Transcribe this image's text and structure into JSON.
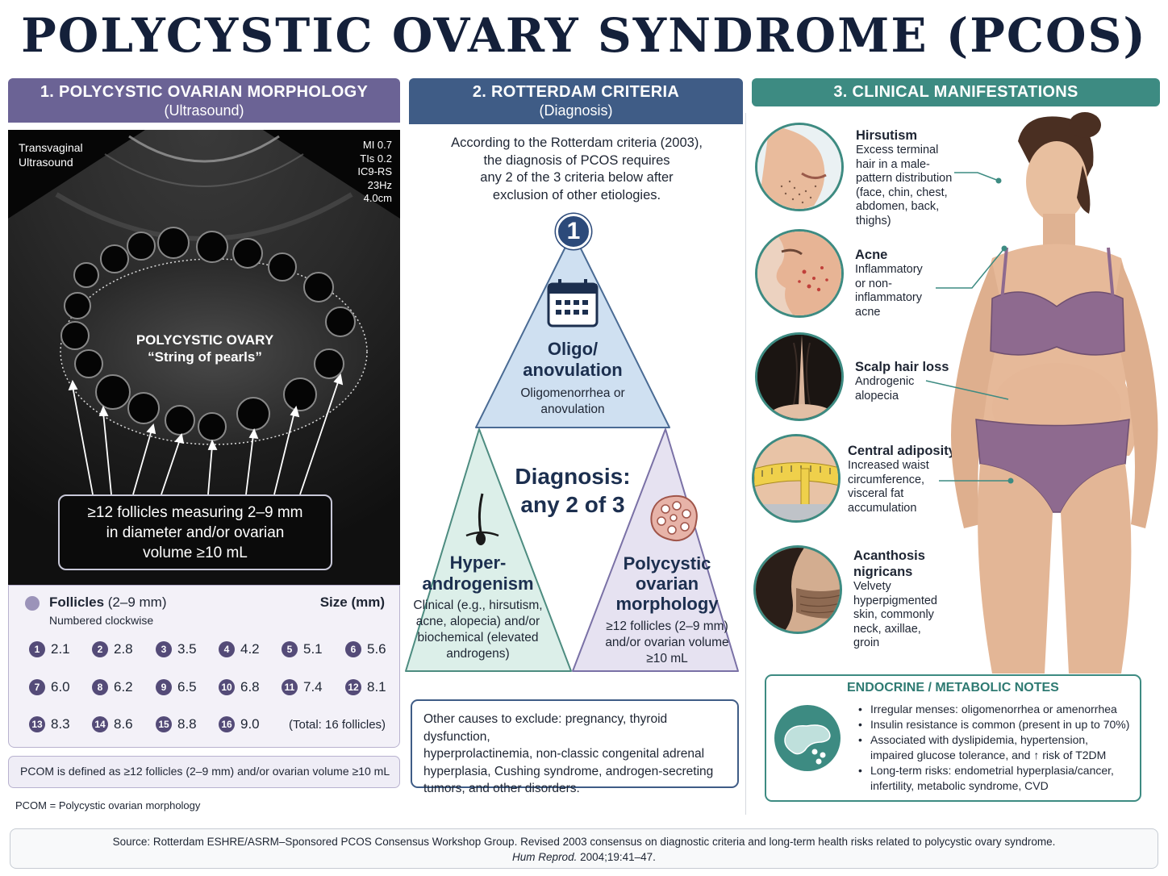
{
  "title": "POLYCYSTIC OVARY SYNDROME (PCOS)",
  "section1": {
    "heading": "1. POLYCYSTIC OVARIAN MORPHOLOGY",
    "subheading": "(Ultrasound)",
    "us_top_left": [
      "Transvaginal",
      "Ultrasound"
    ],
    "us_top_right": [
      "MI 0.7",
      "TIs 0.2",
      "IC9-RS",
      "23Hz",
      "4.0cm"
    ],
    "ovary_label": "POLYCYSTIC OVARY",
    "ovary_sublabel": "“String of pearls”",
    "callout": [
      "≥12 follicles measuring 2–9 mm",
      "in diameter and/or ovarian",
      "volume ≥10 mL"
    ],
    "follicles_title": "Follicles",
    "follicles_range": "(2–9 mm)",
    "follicles_sub": "Numbered clockwise",
    "size_header": "Size (mm)",
    "follicles": [
      {
        "n": "1",
        "size": "2.1"
      },
      {
        "n": "2",
        "size": "2.8"
      },
      {
        "n": "3",
        "size": "3.5"
      },
      {
        "n": "4",
        "size": "4.2"
      },
      {
        "n": "5",
        "size": "5.1"
      },
      {
        "n": "6",
        "size": "5.6"
      },
      {
        "n": "7",
        "size": "6.0"
      },
      {
        "n": "8",
        "size": "6.2"
      },
      {
        "n": "9",
        "size": "6.5"
      },
      {
        "n": "10",
        "size": "6.8"
      },
      {
        "n": "11",
        "size": "7.4"
      },
      {
        "n": "12",
        "size": "8.1"
      },
      {
        "n": "13",
        "size": "8.3"
      },
      {
        "n": "14",
        "size": "8.6"
      },
      {
        "n": "15",
        "size": "8.8"
      },
      {
        "n": "16",
        "size": "9.0"
      }
    ],
    "total": "(Total: 16 follicles)",
    "pcom_definition": "PCOM is defined as ≥12 follicles (2–9 mm) and/or ovarian volume ≥10 mL",
    "pcom_footnote": "PCOM = Polycystic ovarian morphology"
  },
  "section2": {
    "heading": "2. ROTTERDAM CRITERIA",
    "subheading": "(Diagnosis)",
    "intro": [
      "According to the Rotterdam criteria (2003),",
      "the diagnosis of PCOS requires",
      "any 2 of the 3 criteria below after",
      "exclusion of other etiologies."
    ],
    "badge": "1",
    "criteria": [
      {
        "title": [
          "Oligo/",
          "anovulation"
        ],
        "desc": [
          "Oligomenorrhea or",
          "anovulation"
        ],
        "color": "#cfe0f1"
      },
      {
        "title": [
          "Hyper-",
          "androgenism"
        ],
        "desc": [
          "Clinical (e.g., hirsutism,",
          "acne, alopecia) and/or",
          "biochemical (elevated",
          "androgens)"
        ],
        "color": "#dcefe9"
      },
      {
        "title": [
          "Polycystic",
          "ovarian",
          "morphology"
        ],
        "desc": [
          "≥12 follicles (2–9 mm)",
          "and/or ovarian volume",
          "≥10 mL"
        ],
        "color": "#e6e2f1"
      }
    ],
    "diagnosis": [
      "Diagnosis:",
      "any 2 of 3"
    ],
    "other_causes": [
      "Other causes to exclude: pregnancy, thyroid dysfunction,",
      "hyperprolactinemia, non-classic congenital adrenal",
      "hyperplasia, Cushing syndrome, androgen-secreting",
      "tumors, and other disorders."
    ]
  },
  "section3": {
    "heading": "3. CLINICAL MANIFESTATIONS",
    "manifestations": [
      {
        "title": "Hirsutism",
        "lines": [
          "Excess terminal",
          "hair in a male-",
          "pattern distribution",
          "(face, chin, chest,",
          "abdomen, back,",
          "thighs)"
        ]
      },
      {
        "title": "Acne",
        "lines": [
          "Inflammatory",
          "or non-",
          "inflammatory",
          "acne"
        ]
      },
      {
        "title": "Scalp hair loss",
        "lines": [
          "Androgenic",
          "alopecia"
        ]
      },
      {
        "title": "Central adiposity",
        "lines": [
          "Increased waist",
          "circumference,",
          "visceral fat",
          "accumulation"
        ]
      },
      {
        "title": "Acanthosis",
        "title2": "nigricans",
        "lines": [
          "Velvety",
          "hyperpigmented",
          "skin, commonly",
          "neck, axillae,",
          "groin"
        ]
      }
    ],
    "endocrine_title": "ENDOCRINE / METABOLIC NOTES",
    "endocrine_notes": [
      [
        "Irregular menses: oligomenorrhea or amenorrhea"
      ],
      [
        "Insulin resistance is common (present in up to 70%)"
      ],
      [
        "Associated with dyslipidemia, hypertension,",
        "impaired glucose tolerance, and ↑ risk of T2DM"
      ],
      [
        "Long-term risks: endometrial hyperplasia/cancer,",
        "infertility, metabolic syndrome, CVD"
      ]
    ]
  },
  "source": {
    "line1": "Source: Rotterdam ESHRE/ASRM–Sponsored PCOS Consensus Workshop Group. Revised 2003 consensus on diagnostic criteria and long-term health risks related to polycystic ovary syndrome.",
    "journal": "Hum Reprod.",
    "citation": " 2004;19:41–47."
  },
  "colors": {
    "section1": "#6b6395",
    "section2": "#3f5c86",
    "section3": "#3d8b82",
    "title": "#14203a"
  }
}
